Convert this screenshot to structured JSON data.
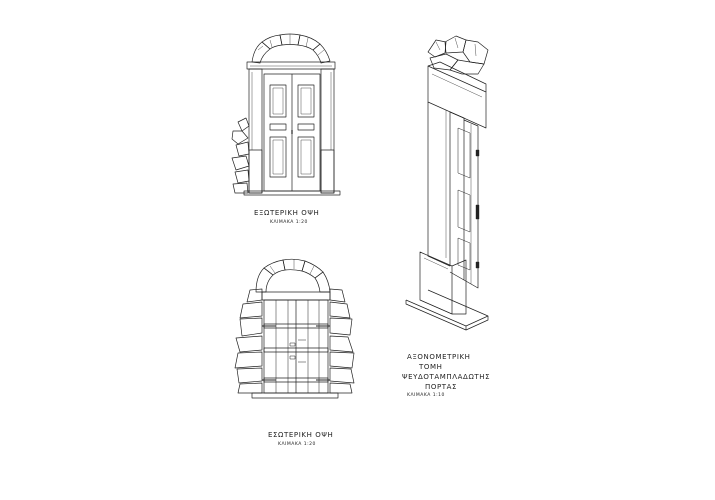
{
  "drawings": {
    "front_elevation": {
      "title": "ΕΞΩΤΕΡΙΚΗ ΟΨΗ",
      "scale": "ΚΛΙΜΑΚΑ 1:20"
    },
    "rear_elevation": {
      "title": "ΕΣΩΤΕΡΙΚΗ ΟΨΗ",
      "scale": "ΚΛΙΜΑΚΑ 1:20"
    },
    "axonometric_section": {
      "title_lines": [
        "ΑΞΟΝΟΜΕΤΡΙΚΗ",
        "ΤΟΜΗ",
        "ΨΕΥΔΟΤΑΜΠΛΑΔΩΤΗΣ",
        "ΠΟΡΤΑΣ"
      ],
      "scale": "ΚΛΙΜΑΚΑ 1:10"
    }
  },
  "colors": {
    "ink": "#222222",
    "paper": "#ffffff"
  }
}
